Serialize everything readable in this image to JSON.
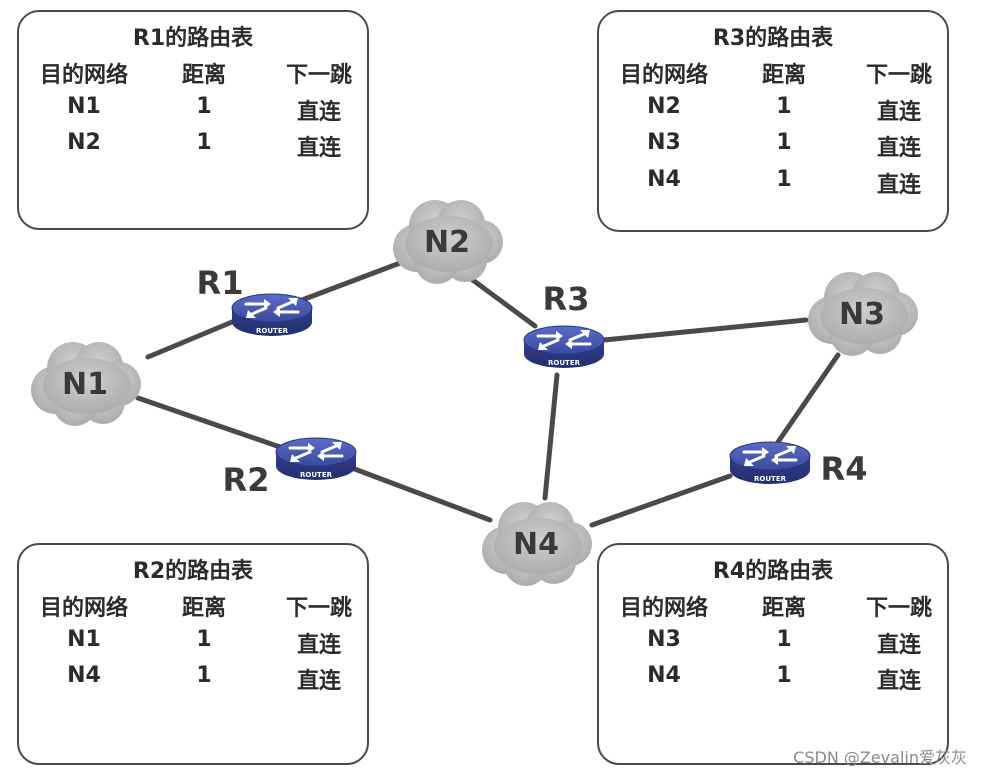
{
  "routing_tables": [
    {
      "title": "R1的路由表",
      "headers": [
        "目的网络",
        "距离",
        "下一跳"
      ],
      "rows": [
        [
          "N1",
          "1",
          "直连"
        ],
        [
          "N2",
          "1",
          "直连"
        ],
        [
          "",
          "",
          ""
        ]
      ]
    },
    {
      "title": "R3的路由表",
      "headers": [
        "目的网络",
        "距离",
        "下一跳"
      ],
      "rows": [
        [
          "N2",
          "1",
          "直连"
        ],
        [
          "N3",
          "1",
          "直连"
        ],
        [
          "N4",
          "1",
          "直连"
        ]
      ]
    },
    {
      "title": "R2的路由表",
      "headers": [
        "目的网络",
        "距离",
        "下一跳"
      ],
      "rows": [
        [
          "N1",
          "1",
          "直连"
        ],
        [
          "N4",
          "1",
          "直连"
        ],
        [
          "",
          "",
          ""
        ]
      ]
    },
    {
      "title": "R4的路由表",
      "headers": [
        "目的网络",
        "距离",
        "下一跳"
      ],
      "rows": [
        [
          "N3",
          "1",
          "直连"
        ],
        [
          "N4",
          "1",
          "直连"
        ],
        [
          "",
          "",
          ""
        ]
      ]
    }
  ],
  "topology": {
    "networks": [
      "N1",
      "N2",
      "N3",
      "N4"
    ],
    "routers": [
      "R1",
      "R2",
      "R3",
      "R4"
    ],
    "router_device_text": "ROUTER",
    "links": [
      [
        "R1",
        "N1"
      ],
      [
        "R1",
        "N2"
      ],
      [
        "R2",
        "N1"
      ],
      [
        "R2",
        "N4"
      ],
      [
        "R3",
        "N2"
      ],
      [
        "R3",
        "N3"
      ],
      [
        "R3",
        "N4"
      ],
      [
        "R4",
        "N3"
      ],
      [
        "R4",
        "N4"
      ]
    ],
    "colors": {
      "router": "#3f4fa8",
      "cloud": "#b8b8b8",
      "link": "#4a4a4a"
    }
  },
  "watermark": "CSDN @Zevalin爱灰灰"
}
